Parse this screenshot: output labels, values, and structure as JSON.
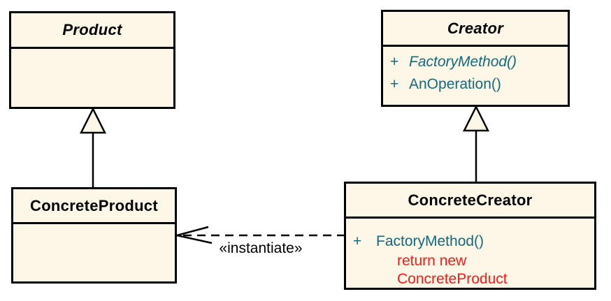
{
  "diagram": {
    "classes": {
      "product": {
        "name": "Product",
        "abstract": true
      },
      "creator": {
        "name": "Creator",
        "abstract": true,
        "methods": [
          {
            "visibility": "+",
            "name": "FactoryMethod()",
            "italic": true
          },
          {
            "visibility": "+",
            "name": "AnOperation()",
            "italic": false
          }
        ]
      },
      "concrete_product": {
        "name": "ConcreteProduct",
        "abstract": false
      },
      "concrete_creator": {
        "name": "ConcreteCreator",
        "abstract": false,
        "methods": [
          {
            "visibility": "+",
            "name": "FactoryMethod()",
            "italic": false
          }
        ],
        "notes": [
          "return new",
          "ConcreteProduct"
        ]
      }
    },
    "labels": {
      "instantiate": "«instantiate»"
    },
    "colors": {
      "box_fill": "#fcf7e6",
      "border": "#000000",
      "title_text": "#000000",
      "method_text": "#15697d",
      "note_text": "#f41c1c",
      "label_text": "#000000"
    }
  }
}
